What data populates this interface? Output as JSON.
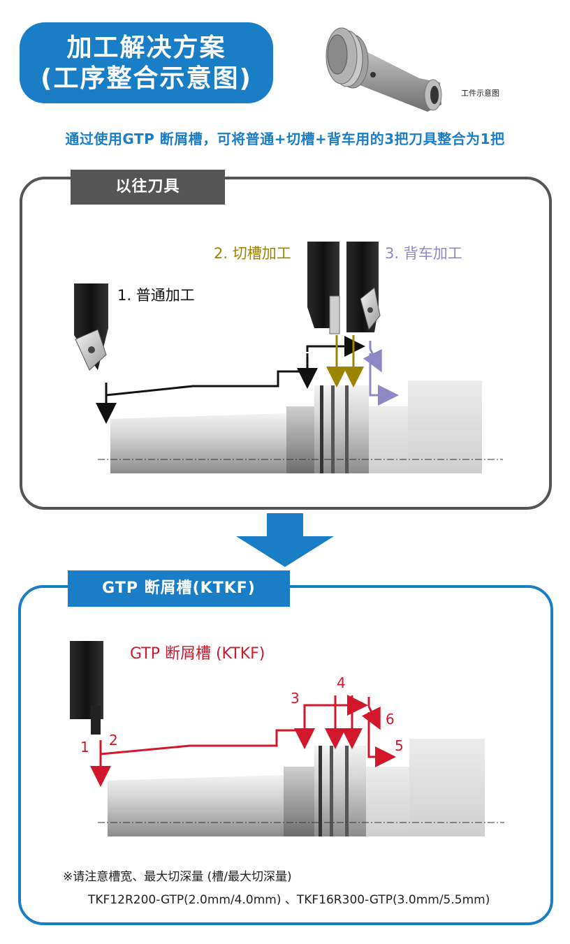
{
  "title": {
    "line1": "加工解决方案",
    "line2": "(工序整合示意图)"
  },
  "workpiece_caption": "工件示意图",
  "subtitle": "通过使用GTP 断屑槽，可将普通+切槽+背车用的3把刀具整合为1把",
  "conventional": {
    "tab": "以往刀具",
    "op1": "1. 普通加工",
    "op2": "2. 切槽加工",
    "op3": "3. 背车加工"
  },
  "gtp": {
    "tab": "GTP 断屑槽(KTKF)",
    "heading": "GTP 断屑槽 (KTKF)",
    "steps": [
      "1",
      "2",
      "3",
      "4",
      "5",
      "6"
    ]
  },
  "note": {
    "line1": "※请注意槽宽、最大切深量 (槽/最大切深量)",
    "line2": "TKF12R200-GTP(2.0mm/4.0mm) 、TKF16R300-GTP(3.0mm/5.5mm)"
  },
  "colors": {
    "brand_blue": "#1a7ec6",
    "panel_gray": "#555555",
    "op1_black": "#111111",
    "op2_olive": "#9c8400",
    "op3_lavender": "#8e88c4",
    "gtp_red": "#d3172a"
  },
  "icons": [
    "workpiece-image",
    "turning-tool-icon",
    "grooving-tool-icon",
    "back-turning-tool-icon",
    "gtp-tool-icon",
    "down-arrow-icon"
  ]
}
